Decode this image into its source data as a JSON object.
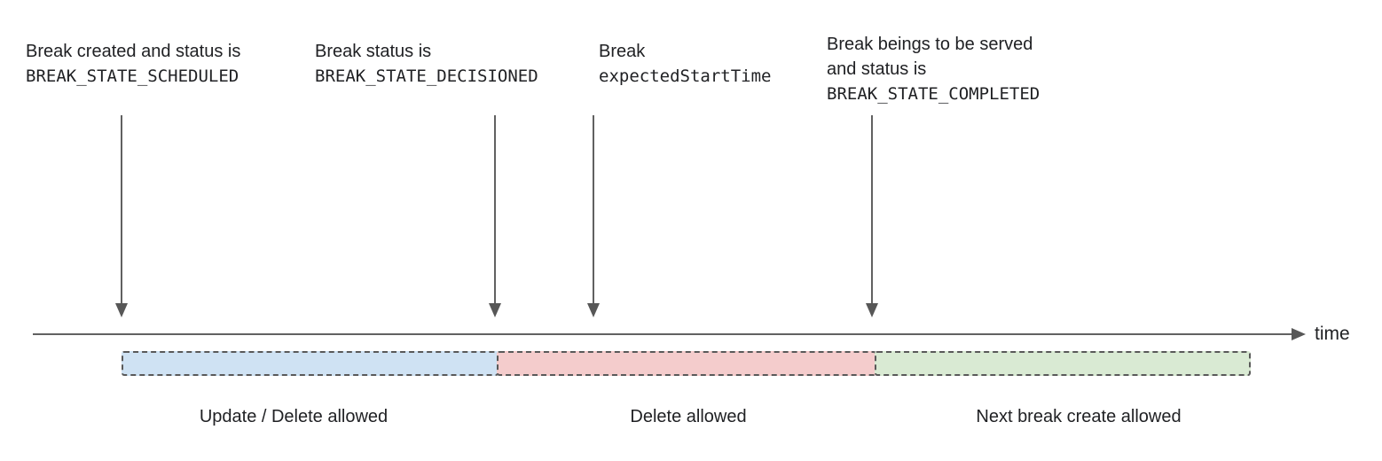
{
  "diagram": {
    "annotations": [
      {
        "line1": "Break created and status is",
        "code": "BREAK_STATE_SCHEDULED"
      },
      {
        "line1": "Break status is",
        "code": "BREAK_STATE_DECISIONED"
      },
      {
        "line1": "Break",
        "code": "expectedStartTime"
      },
      {
        "line1": "Break beings to be served",
        "line2": "and status is",
        "code": "BREAK_STATE_COMPLETED"
      }
    ],
    "timeline": {
      "axis_label": "time"
    },
    "segments": [
      {
        "label": "Update / Delete allowed",
        "fill": "#cfe2f3"
      },
      {
        "label": "Delete allowed",
        "fill": "#f4cccc"
      },
      {
        "label": "Next break create allowed",
        "fill": "#d9ead3"
      }
    ],
    "colors": {
      "arrow": "#616161",
      "dashed_border": "#595959",
      "text": "#202124"
    }
  }
}
